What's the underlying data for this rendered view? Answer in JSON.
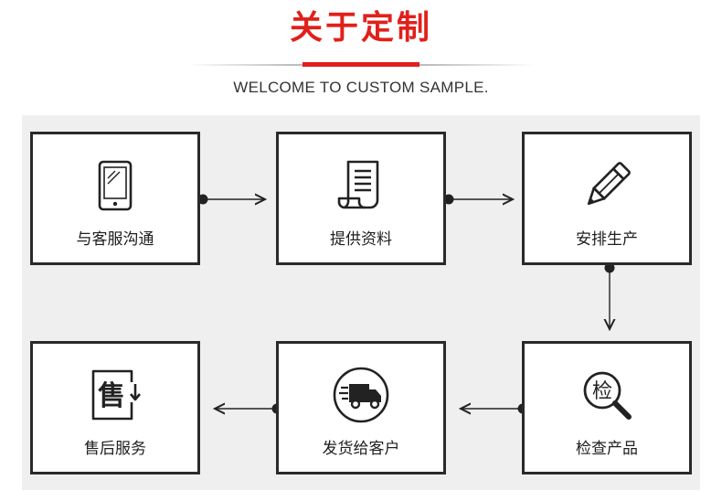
{
  "header": {
    "title": "关于定制",
    "subtitle": "WELCOME TO CUSTOM SAMPLE.",
    "accent_color": "#e1201b"
  },
  "steps": [
    {
      "label": "与客服沟通",
      "icon": "tablet-icon"
    },
    {
      "label": "提供资料",
      "icon": "document-icon"
    },
    {
      "label": "安排生产",
      "icon": "pencil-icon"
    },
    {
      "label": "检查产品",
      "icon": "magnifier-icon"
    },
    {
      "label": "发货给客户",
      "icon": "delivery-truck-icon"
    },
    {
      "label": "售后服务",
      "icon": "after-sales-icon"
    }
  ],
  "icon_text": {
    "inspect": "检",
    "after_sales": "售"
  }
}
